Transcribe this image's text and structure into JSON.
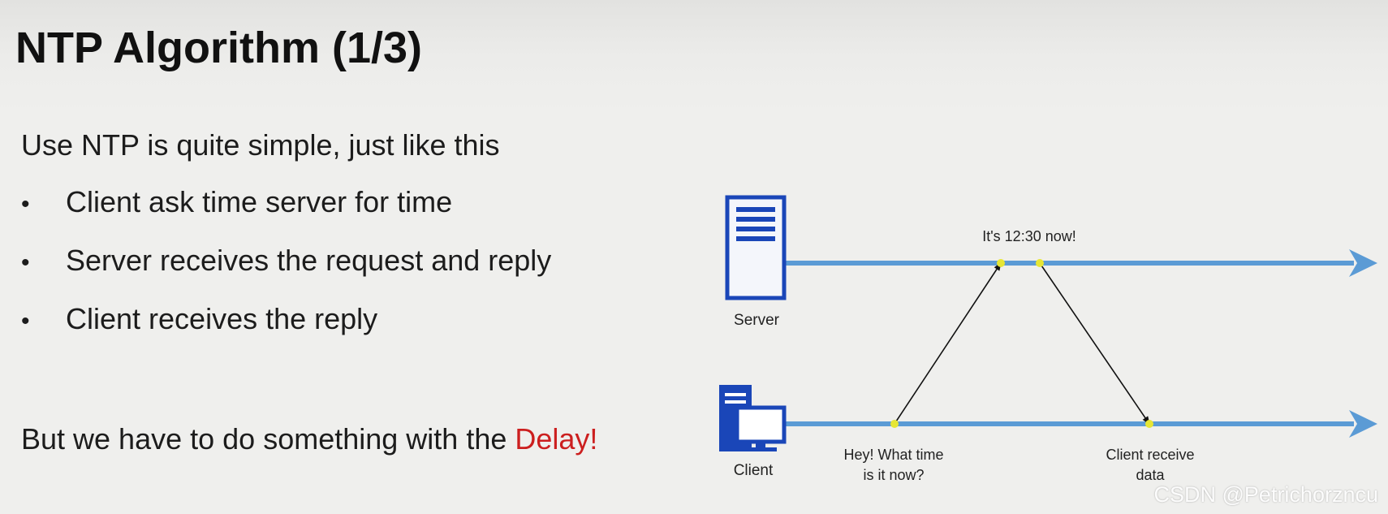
{
  "slide": {
    "title": "NTP Algorithm (1/3)",
    "intro": "Use NTP is quite simple, just like this",
    "bullets": [
      "Client ask time server for time",
      "Server receives the request and reply",
      "Client receives the reply"
    ],
    "bullet_glyph": "•",
    "conclusion_prefix": "But we have to do something with the ",
    "conclusion_highlight": "Delay",
    "conclusion_suffix": "!",
    "highlight_color": "#cc1f1f"
  },
  "diagram": {
    "server_label": "Server",
    "client_label": "Client",
    "reply_label": "It's 12:30 now!",
    "request_label_line1": "Hey! What time",
    "request_label_line2": "is it now?",
    "receive_label_line1": "Client receive",
    "receive_label_line2": "data",
    "icons": {
      "server": "server-icon",
      "client": "desktop-computer-icon"
    },
    "colors": {
      "timeline": "#5b9bd5",
      "device": "#1a46b8",
      "event_dot": "#e6e635",
      "message_arrow": "#111111"
    }
  },
  "watermark": "CSDN @Petrichorzncu"
}
